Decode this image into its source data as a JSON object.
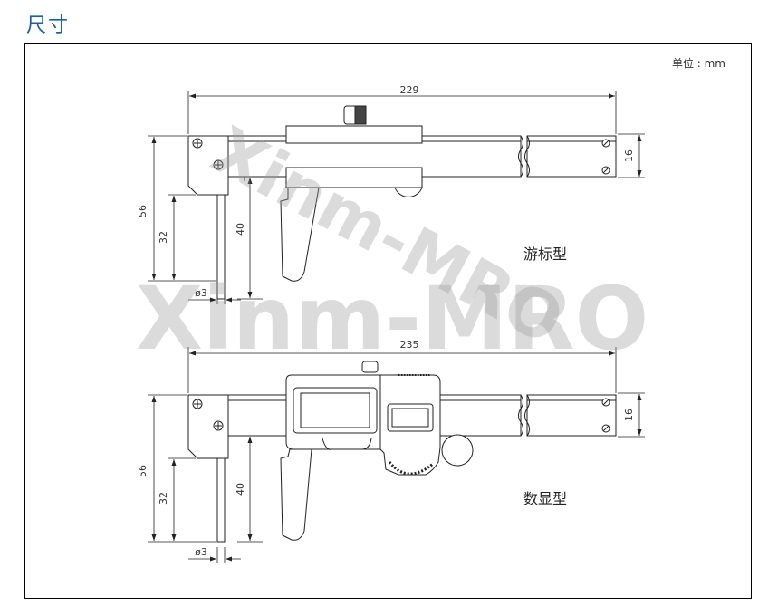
{
  "title": "尺寸",
  "unit_label": "单位 : mm",
  "watermark": "Xinm-MRO",
  "vernier": {
    "label": "游标型",
    "dims": {
      "length": "229",
      "height": "56",
      "jaw": "32",
      "inner": "40",
      "dia": "ø3",
      "width": "16"
    }
  },
  "digital": {
    "label": "数显型",
    "dims": {
      "length": "235",
      "height": "56",
      "jaw": "32",
      "inner": "40",
      "dia": "ø3",
      "width": "16"
    }
  }
}
